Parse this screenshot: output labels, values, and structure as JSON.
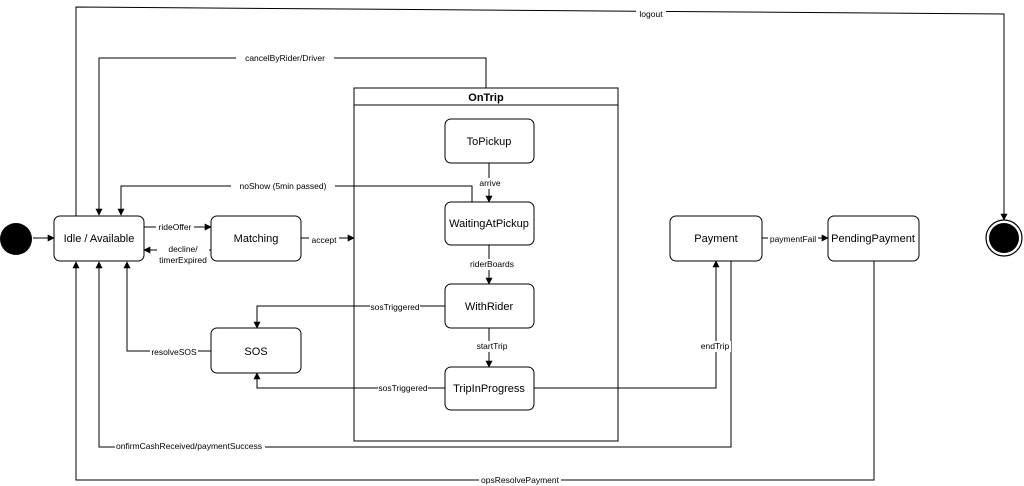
{
  "container": {
    "title": "OnTrip"
  },
  "states": {
    "idle": "Idle / Available",
    "matching": "Matching",
    "sos": "SOS",
    "to_pickup": "ToPickup",
    "waiting": "WaitingAtPickup",
    "with_rider": "WithRider",
    "trip_in_progress": "TripInProgress",
    "payment": "Payment",
    "pending_payment": "PendingPayment"
  },
  "transitions": {
    "logout": "logout",
    "cancel": "cancelByRider/Driver",
    "no_show": "noShow (5min passed)",
    "ride_offer": "rideOffer",
    "decline_1": "decline/",
    "decline_2": "timerExpired",
    "accept": "accept",
    "arrive": "arrive",
    "rider_boards": "riderBoards",
    "sos_triggered_1": "sosTriggered",
    "start_trip": "startTrip",
    "sos_triggered_2": "sosTriggered",
    "resolve_sos": "resolveSOS",
    "end_trip": "endTrip",
    "payment_fail": "paymentFail",
    "confirm_cash": "onfirmCashReceived/paymentSuccess",
    "ops_resolve": "opsResolvePayment"
  }
}
